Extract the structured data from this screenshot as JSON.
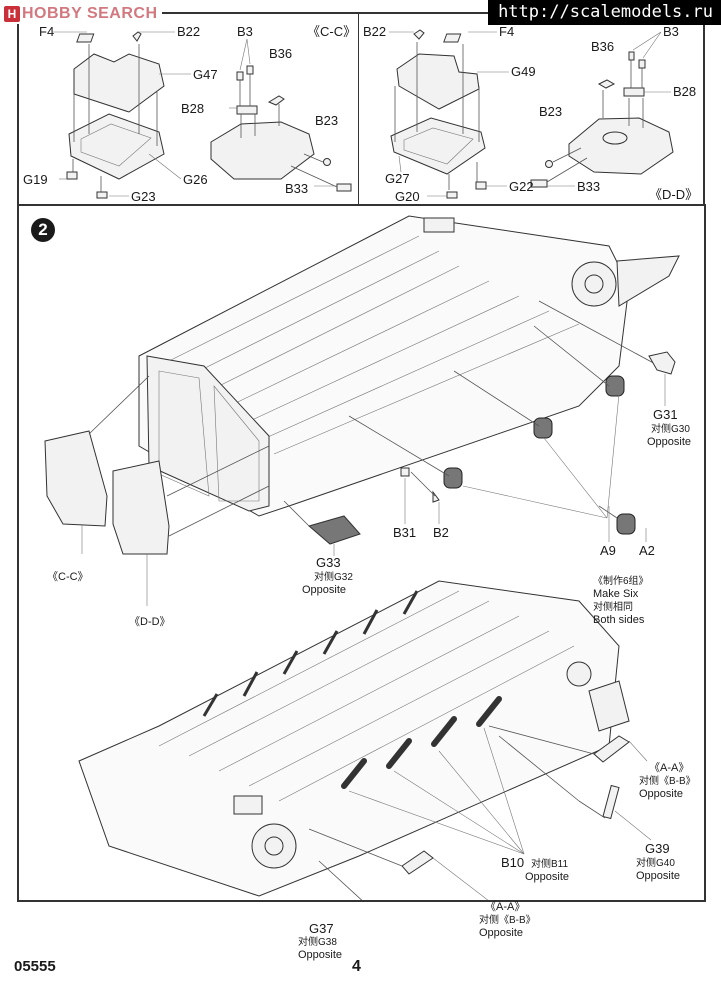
{
  "watermarks": {
    "left_logo_glyph": "H",
    "left_text": "HOBBY SEARCH",
    "right_text": "http://scalemodels.ru"
  },
  "panel_cc": {
    "section_label": "《C-C》",
    "parts": [
      "F4",
      "B22",
      "G47",
      "G19",
      "G23",
      "G26",
      "B3",
      "B36",
      "B28",
      "B23",
      "B33"
    ]
  },
  "panel_dd": {
    "section_label": "《D-D》",
    "parts": [
      "B22",
      "F4",
      "G49",
      "G27",
      "G20",
      "G22",
      "B36",
      "B3",
      "B28",
      "B23",
      "B33"
    ]
  },
  "step": {
    "number": "2",
    "callouts": {
      "g31": {
        "part": "G31",
        "alt": "对侧G30",
        "note": "Opposite"
      },
      "g33": {
        "part": "G33",
        "alt": "对侧G32",
        "note": "Opposite"
      },
      "b31": {
        "part": "B31"
      },
      "b2": {
        "part": "B2"
      },
      "a9": {
        "part": "A9"
      },
      "a2": {
        "part": "A2"
      },
      "make_six": {
        "cn": "《制作6组》",
        "en": "Make Six",
        "cn2": "对侧相同",
        "en2": "Both sides"
      },
      "cc": {
        "label": "《C-C》"
      },
      "dd": {
        "label": "《D-D》"
      },
      "aa_right": {
        "label": "《A-A》",
        "alt": "对侧《B-B》",
        "note": "Opposite"
      },
      "g39": {
        "part": "G39",
        "alt": "对侧G40",
        "note": "Opposite"
      },
      "b10": {
        "part": "B10",
        "alt": "对侧B11",
        "note": "Opposite"
      },
      "aa_bottom": {
        "label": "《A-A》",
        "alt": "对侧《B-B》",
        "note": "Opposite"
      },
      "g37": {
        "part": "G37",
        "alt": "对侧G38",
        "note": "Opposite"
      }
    }
  },
  "footer": {
    "kit_number": "05555",
    "page_number": "4"
  }
}
